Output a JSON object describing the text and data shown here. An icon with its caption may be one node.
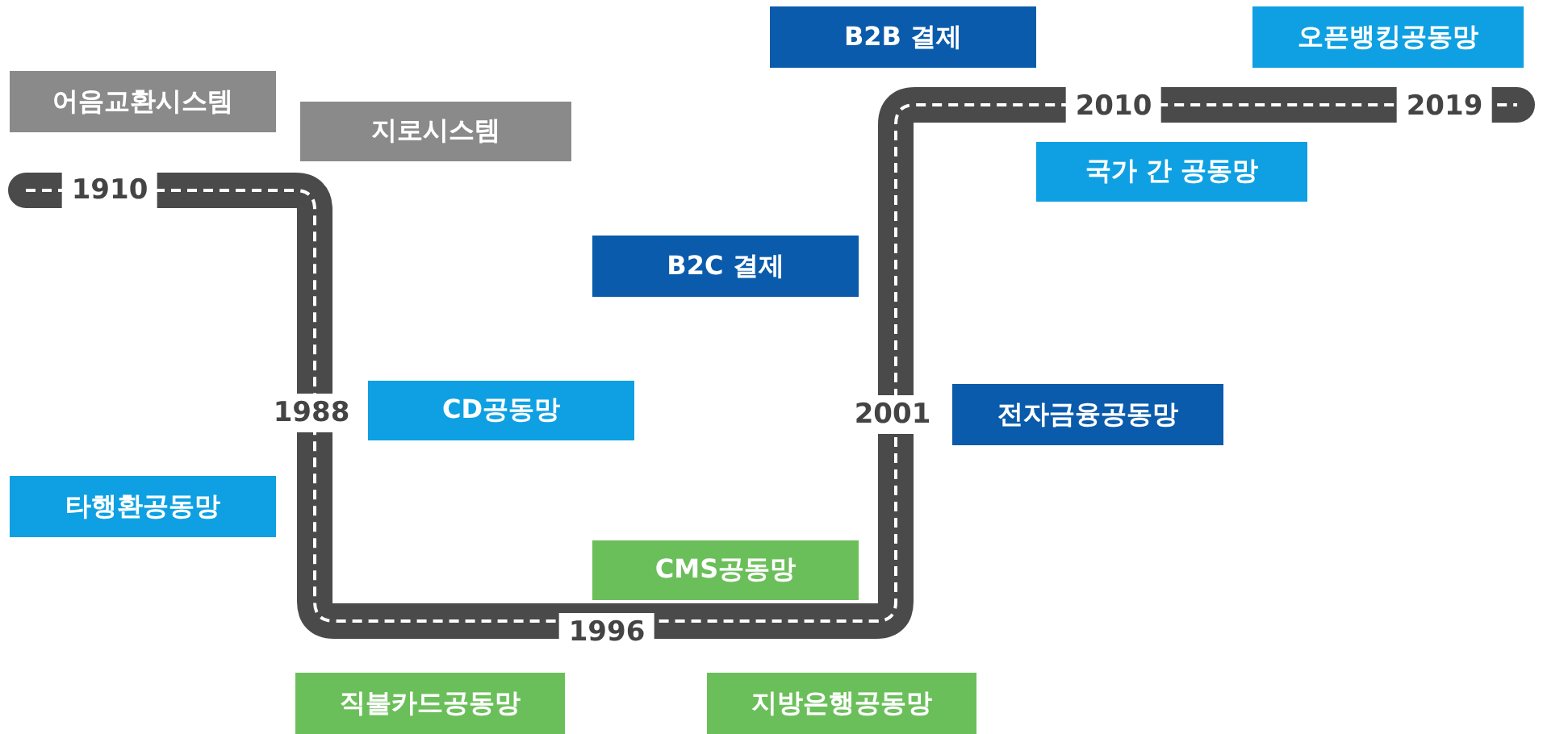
{
  "diagram": {
    "nodes": [
      {
        "text": [
          "어음교환시스템"
        ]
      },
      {
        "text": [
          "지로시스템"
        ]
      },
      {
        "text": [
          "CD공동망"
        ]
      },
      {
        "text": [
          "타행환공동망"
        ]
      },
      {
        "text": [
          "직불카드공동망"
        ]
      },
      {
        "text": [
          "CMS공동망"
        ]
      },
      {
        "text": [
          "지방은행공동망"
        ]
      },
      {
        "text": [
          "B2C 결제"
        ]
      },
      {
        "text": [
          "전자금융공동망"
        ]
      },
      {
        "text": [
          "B2B 결제"
        ]
      },
      {
        "text": [
          "국가 간 공동망"
        ]
      },
      {
        "text": [
          "오픈뱅킹공동망"
        ]
      }
    ],
    "labels": [
      "1910",
      "1988",
      "1996",
      "2001",
      "2010",
      "2019"
    ]
  }
}
